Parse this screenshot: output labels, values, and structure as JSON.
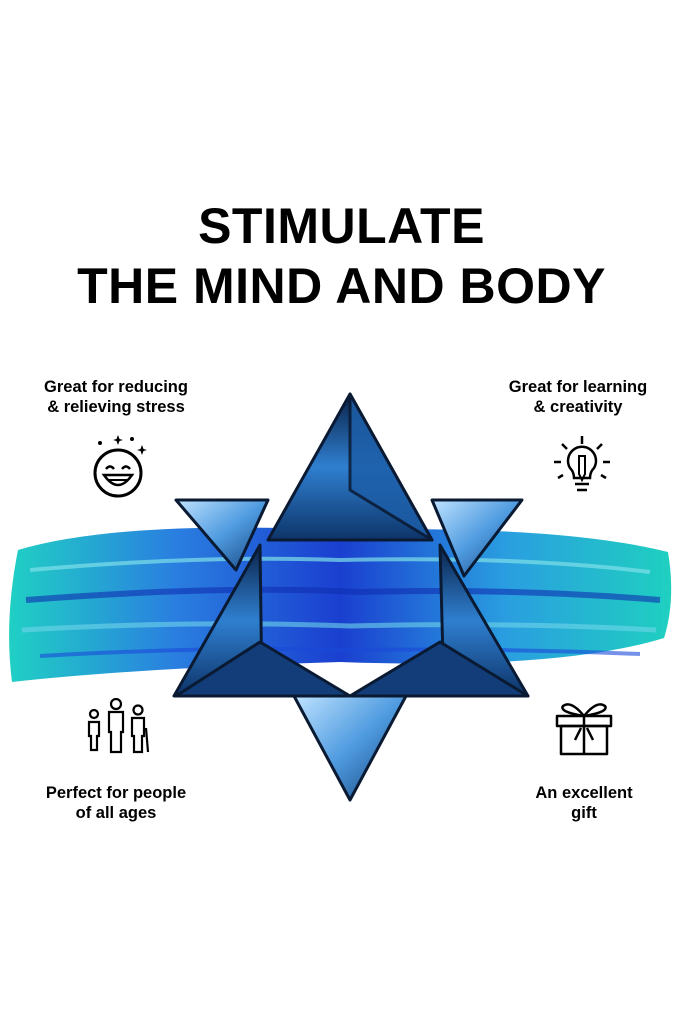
{
  "headline": {
    "line1": "STIMULATE",
    "line2": "THE MIND AND BODY"
  },
  "features": {
    "top_left": {
      "line1": "Great for reducing",
      "line2": "& relieving stress",
      "icon": "smiley-face-icon"
    },
    "top_right": {
      "line1": "Great for learning",
      "line2": "& creativity",
      "icon": "pencil-bulb-icon"
    },
    "bottom_left": {
      "line1": "Perfect for people",
      "line2": "of all ages",
      "icon": "family-icon"
    },
    "bottom_right": {
      "line1": "An excellent",
      "line2": "gift",
      "icon": "gift-box-icon"
    }
  },
  "colors": {
    "text": "#000000",
    "background": "#ffffff",
    "stroke_teal": "#1fc7c2",
    "stroke_blue": "#1a3fd0",
    "stroke_mid": "#2a8fd6",
    "cube_dark": "#0b2a55",
    "cube_light": "#4fa3e8"
  }
}
